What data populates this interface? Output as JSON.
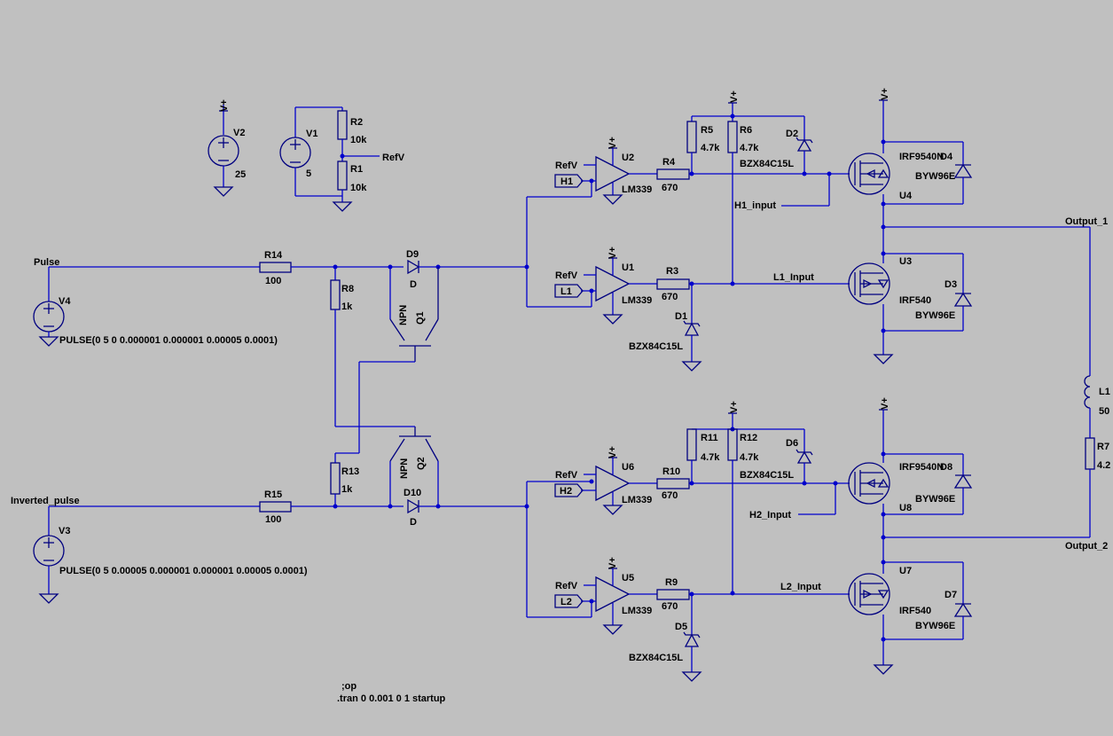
{
  "sources": {
    "v2": {
      "name": "V2",
      "value": "25",
      "supply": "V+"
    },
    "v1": {
      "name": "V1",
      "value": "5"
    },
    "v4": {
      "name": "V4",
      "net": "Pulse",
      "value": "PULSE(0 5 0 0.000001 0.000001 0.00005 0.0001)"
    },
    "v3": {
      "name": "V3",
      "net": "Inverted_pulse",
      "value": "PULSE(0 5 0.00005 0.000001 0.000001 0.00005 0.0001)"
    }
  },
  "divider": {
    "r2": "R2",
    "r2v": "10k",
    "r1": "R1",
    "r1v": "10k",
    "net": "RefV"
  },
  "input": {
    "r14": "R14",
    "r14v": "100",
    "r15": "R15",
    "r15v": "100",
    "r8": "R8",
    "r8v": "1k",
    "r13": "R13",
    "r13v": "1k",
    "d9": "D9",
    "d9v": "D",
    "d10": "D10",
    "d10v": "D",
    "q1": "Q1",
    "q1v": "NPN",
    "q2": "Q2",
    "q2v": "NPN"
  },
  "comparators": [
    {
      "name": "U2",
      "model": "LM339",
      "ref": "RefV",
      "in": "H1"
    },
    {
      "name": "U1",
      "model": "LM339",
      "ref": "RefV",
      "in": "L1"
    },
    {
      "name": "U6",
      "model": "LM339",
      "ref": "RefV",
      "in": "H2"
    },
    {
      "name": "U5",
      "model": "LM339",
      "ref": "RefV",
      "in": "L2"
    }
  ],
  "resistors": {
    "r4": "R4",
    "r4v": "670",
    "r3": "R3",
    "r3v": "670",
    "r10": "R10",
    "r10v": "670",
    "r9": "R9",
    "r9v": "670",
    "r5": "R5",
    "r5v": "4.7k",
    "r6": "R6",
    "r6v": "4.7k",
    "r11": "R11",
    "r11v": "4.7k",
    "r12": "R12",
    "r12v": "4.7k",
    "r7": "R7",
    "r7v": "4.2"
  },
  "zeners": {
    "d1": "D1",
    "d2": "D2",
    "d5": "D5",
    "d6": "D6",
    "model": "BZX84C15L"
  },
  "nets": {
    "h1": "H1_input",
    "l1": "L1_Input",
    "h2": "H2_Input",
    "l2": "L2_Input",
    "o1": "Output_1",
    "o2": "Output_2",
    "vplus": "V+"
  },
  "mosfets": {
    "u4": "U4",
    "u4v": "IRF9540N",
    "u3": "U3",
    "u3v": "IRF540",
    "u8": "U8",
    "u8v": "IRF9540N",
    "u7": "U7",
    "u7v": "IRF540"
  },
  "flyback": {
    "d4": "D4",
    "d3": "D3",
    "d8": "D8",
    "d7": "D7",
    "model": "BYW96E"
  },
  "inductor": {
    "name": "L1",
    "value": "50"
  },
  "directives": {
    "op": ";op",
    "tran": ".tran 0 0.001 0 1 startup"
  }
}
